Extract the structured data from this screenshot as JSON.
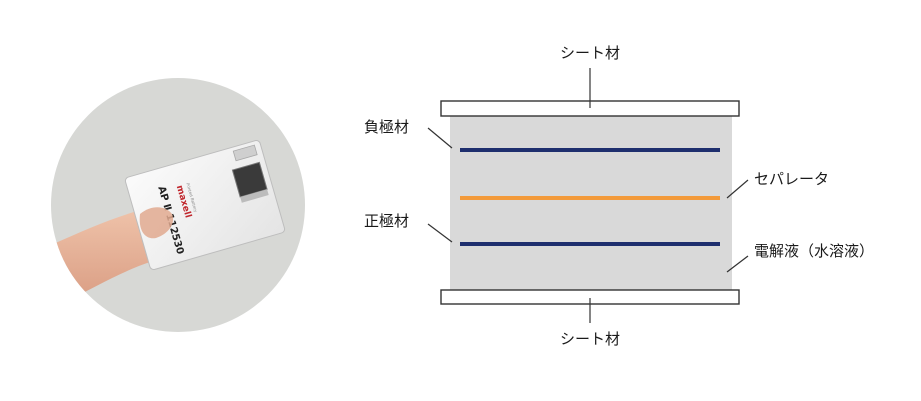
{
  "photo": {
    "card_model": "AP Ⅱ 112530",
    "card_brand": "maxell",
    "card_subtext": "Printed Battery",
    "card_color": "#f4f4f4",
    "circle_color": "#d7d8d5",
    "finger_color": "#e8b49a"
  },
  "diagram": {
    "labels": {
      "sheet_top": "シート材",
      "sheet_bottom": "シート材",
      "anode": "負極材",
      "separator": "セパレータ",
      "cathode": "正極材",
      "electrolyte": "電解液（水溶液）"
    },
    "colors": {
      "electrolyte": "#d9d9d9",
      "anode": "#1e2f6e",
      "cathode": "#1e2f6e",
      "separator": "#f39a3a",
      "sheet_fill": "#ffffff",
      "sheet_stroke": "#333333"
    }
  }
}
